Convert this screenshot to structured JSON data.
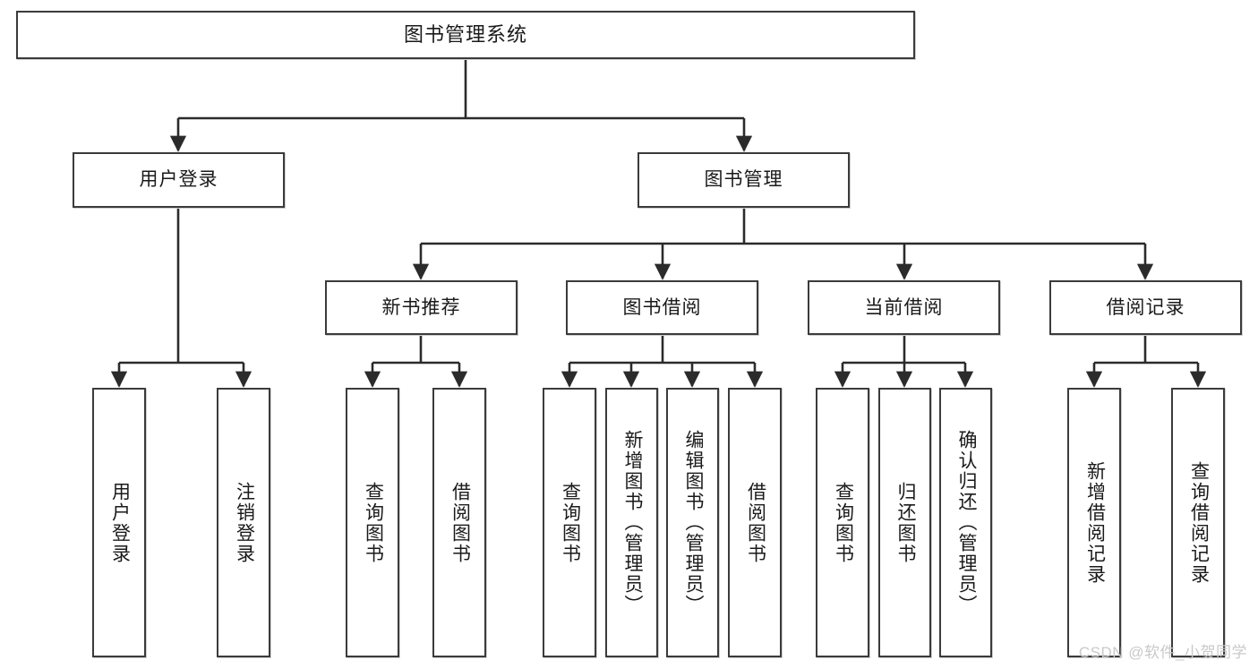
{
  "diagram": {
    "title": "图书管理系统",
    "type": "tree",
    "watermark": "CSDN @软件_小贺同学",
    "colors": {
      "box_border": "#3b3b3b",
      "box_fill": "#ffffff",
      "edge": "#2b2b2b",
      "text": "#1a1a1a",
      "watermark": "#c9c9c9",
      "background": "#ffffff"
    },
    "root": {
      "label": "图书管理系统"
    },
    "level2": [
      {
        "label": "用户登录"
      },
      {
        "label": "图书管理"
      }
    ],
    "level3": [
      {
        "label": "新书推荐"
      },
      {
        "label": "图书借阅"
      },
      {
        "label": "当前借阅"
      },
      {
        "label": "借阅记录"
      }
    ],
    "leaves": {
      "user_login": [
        {
          "label": "用户登录"
        },
        {
          "label": "注销登录"
        }
      ],
      "new_book_recommend": [
        {
          "label": "查询图书"
        },
        {
          "label": "借阅图书"
        }
      ],
      "book_borrow": [
        {
          "label": "查询图书"
        },
        {
          "label": "新增图书（管理员）"
        },
        {
          "label": "编辑图书（管理员）"
        },
        {
          "label": "借阅图书"
        }
      ],
      "current_borrow": [
        {
          "label": "查询图书"
        },
        {
          "label": "归还图书"
        },
        {
          "label": "确认归还（管理员）"
        }
      ],
      "borrow_record": [
        {
          "label": "新增借阅记录"
        },
        {
          "label": "查询借阅记录"
        }
      ]
    }
  }
}
